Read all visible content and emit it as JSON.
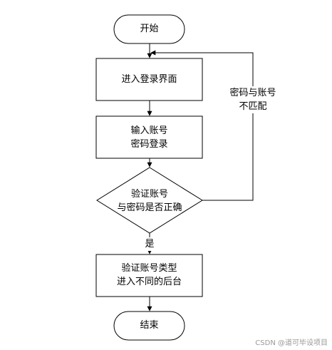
{
  "flowchart": {
    "start": "开始",
    "enter_login": "进入登录界面",
    "input": [
      "输入账号",
      "密码登录"
    ],
    "verify": [
      "验证账号",
      "与密码是否正确"
    ],
    "mismatch": [
      "密码与账号",
      "不匹配"
    ],
    "yes": "是",
    "verify_type": [
      "验证账号类型",
      "进入不同的后台"
    ],
    "end": "结束"
  },
  "watermark": "CSDN @道可毕设项目",
  "colors": {
    "line": "#000000",
    "fill": "#ffffff",
    "watermark": "#9a9a9a"
  }
}
